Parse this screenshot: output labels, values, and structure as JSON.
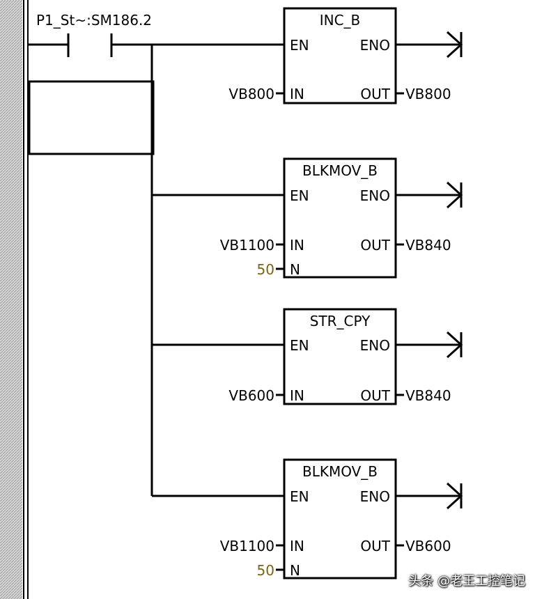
{
  "contact": {
    "label": "P1_St~:SM186.2"
  },
  "blocks": [
    {
      "title": "INC_B",
      "en": "EN",
      "eno": "ENO",
      "in_pin": "IN",
      "out_pin": "OUT",
      "in_var": "VB800",
      "out_var": "VB800"
    },
    {
      "title": "BLKMOV_B",
      "en": "EN",
      "eno": "ENO",
      "in_pin": "IN",
      "out_pin": "OUT",
      "in_var": "VB1100",
      "out_var": "VB840",
      "n_pin": "N",
      "n_value": "50"
    },
    {
      "title": "STR_CPY",
      "en": "EN",
      "eno": "ENO",
      "in_pin": "IN",
      "out_pin": "OUT",
      "in_var": "VB600",
      "out_var": "VB840"
    },
    {
      "title": "BLKMOV_B",
      "en": "EN",
      "eno": "ENO",
      "in_pin": "IN",
      "out_pin": "OUT",
      "in_var": "VB1100",
      "out_var": "VB600",
      "n_pin": "N",
      "n_value": "50"
    }
  ],
  "watermark": "头条 @老王工控笔记",
  "colors": {
    "numeric_constant": "#7a6418",
    "wire": "#000000",
    "background": "#ffffff"
  }
}
